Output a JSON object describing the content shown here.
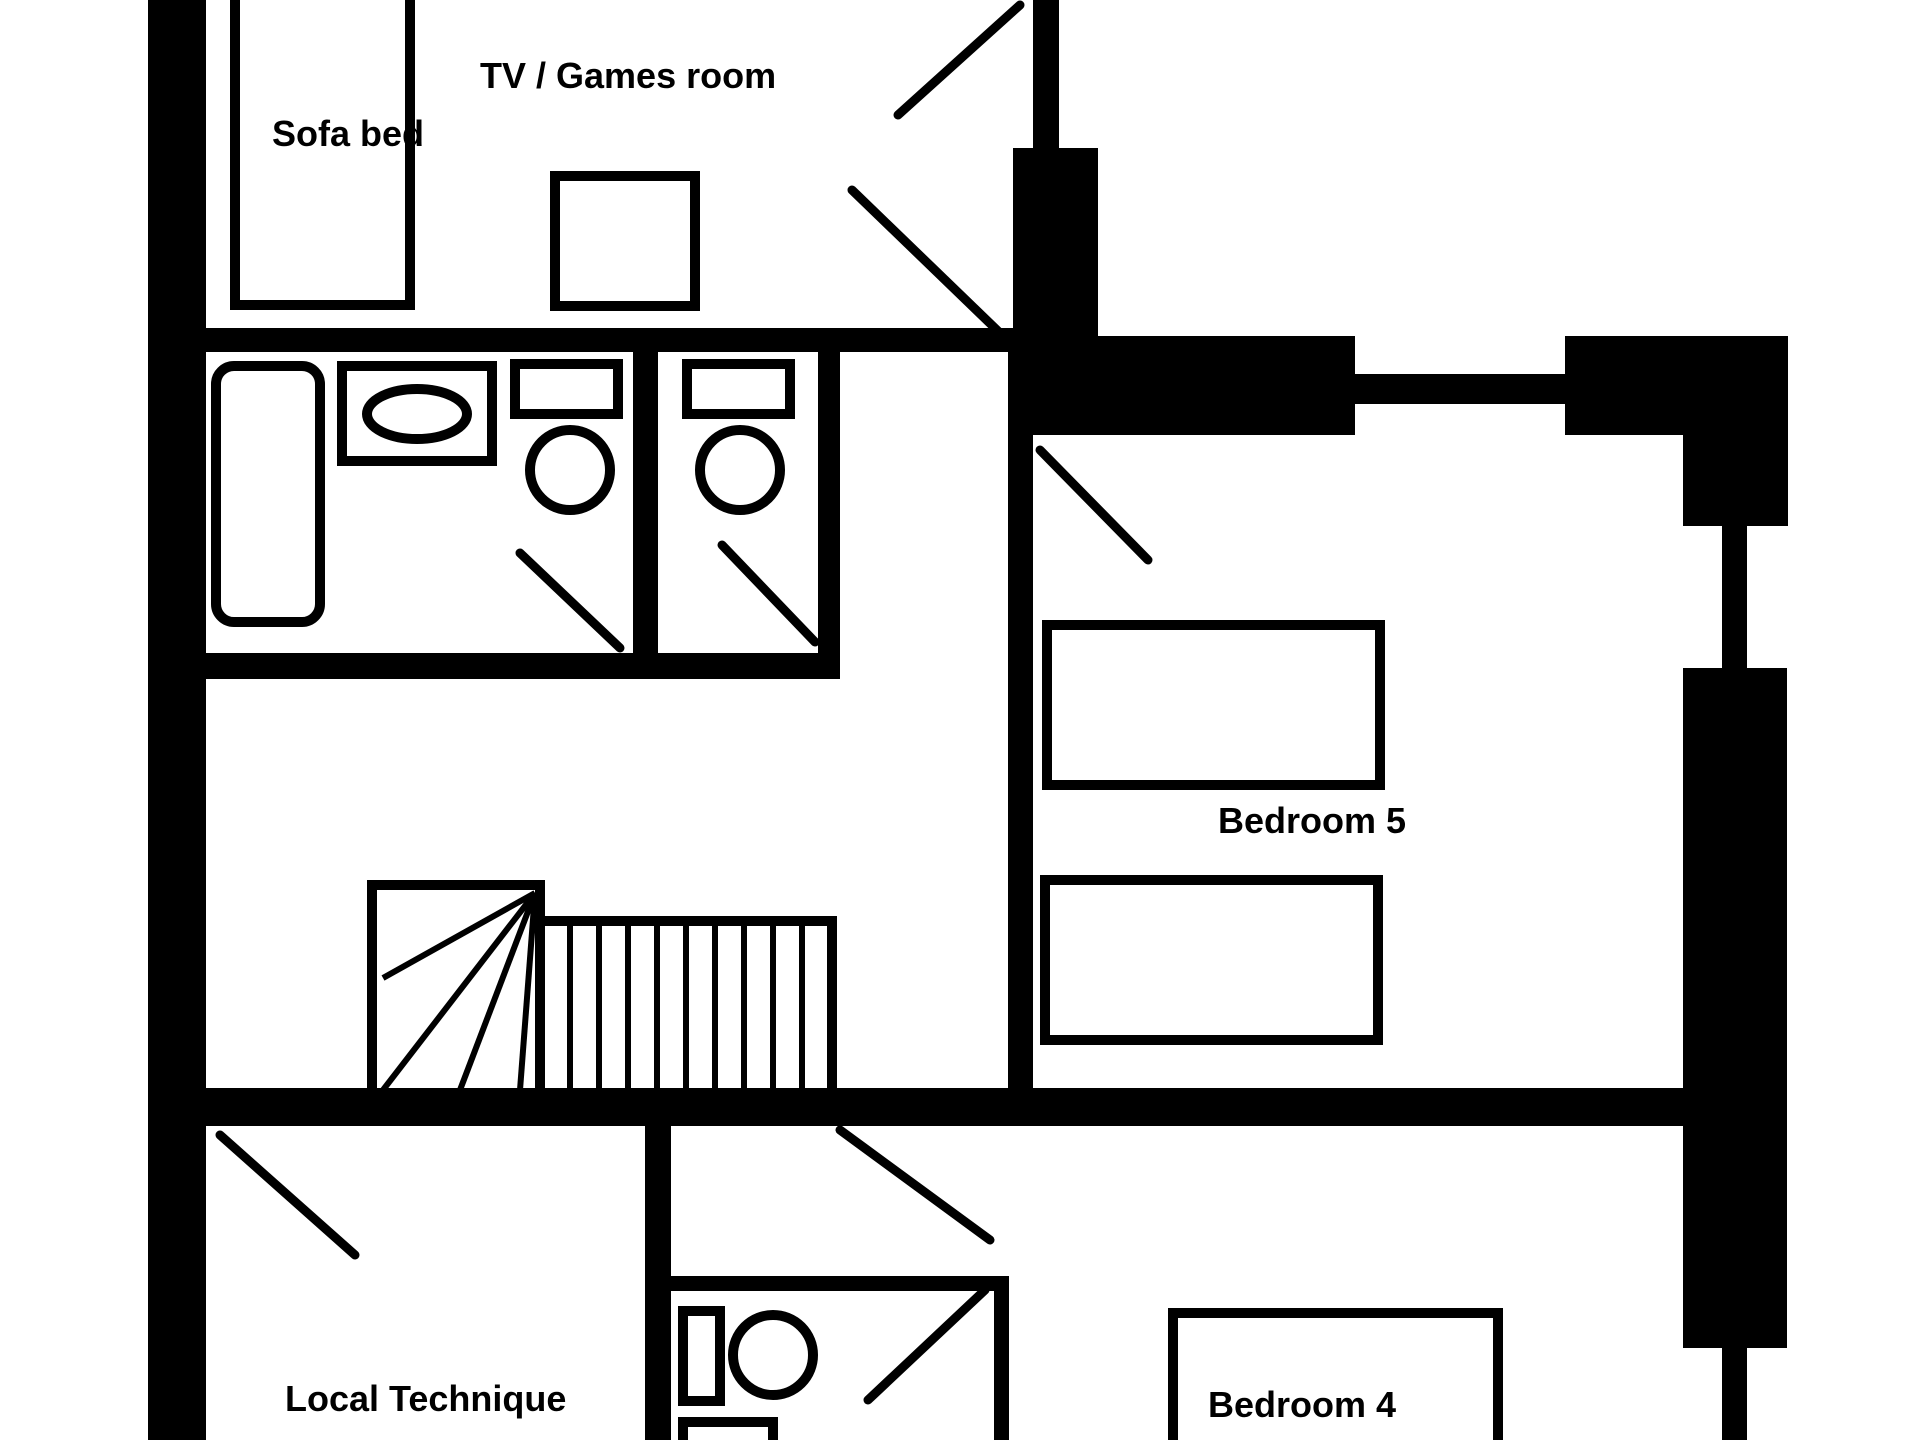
{
  "plan": {
    "ink_color": "#000000",
    "paper_color": "#ffffff",
    "rooms": {
      "tv_games": "TV / Games room",
      "sofa_bed": "Sofa bed",
      "bedroom5": "Bedroom 5",
      "local_technique": "Local Technique",
      "bedroom4": "Bedroom 4"
    }
  }
}
